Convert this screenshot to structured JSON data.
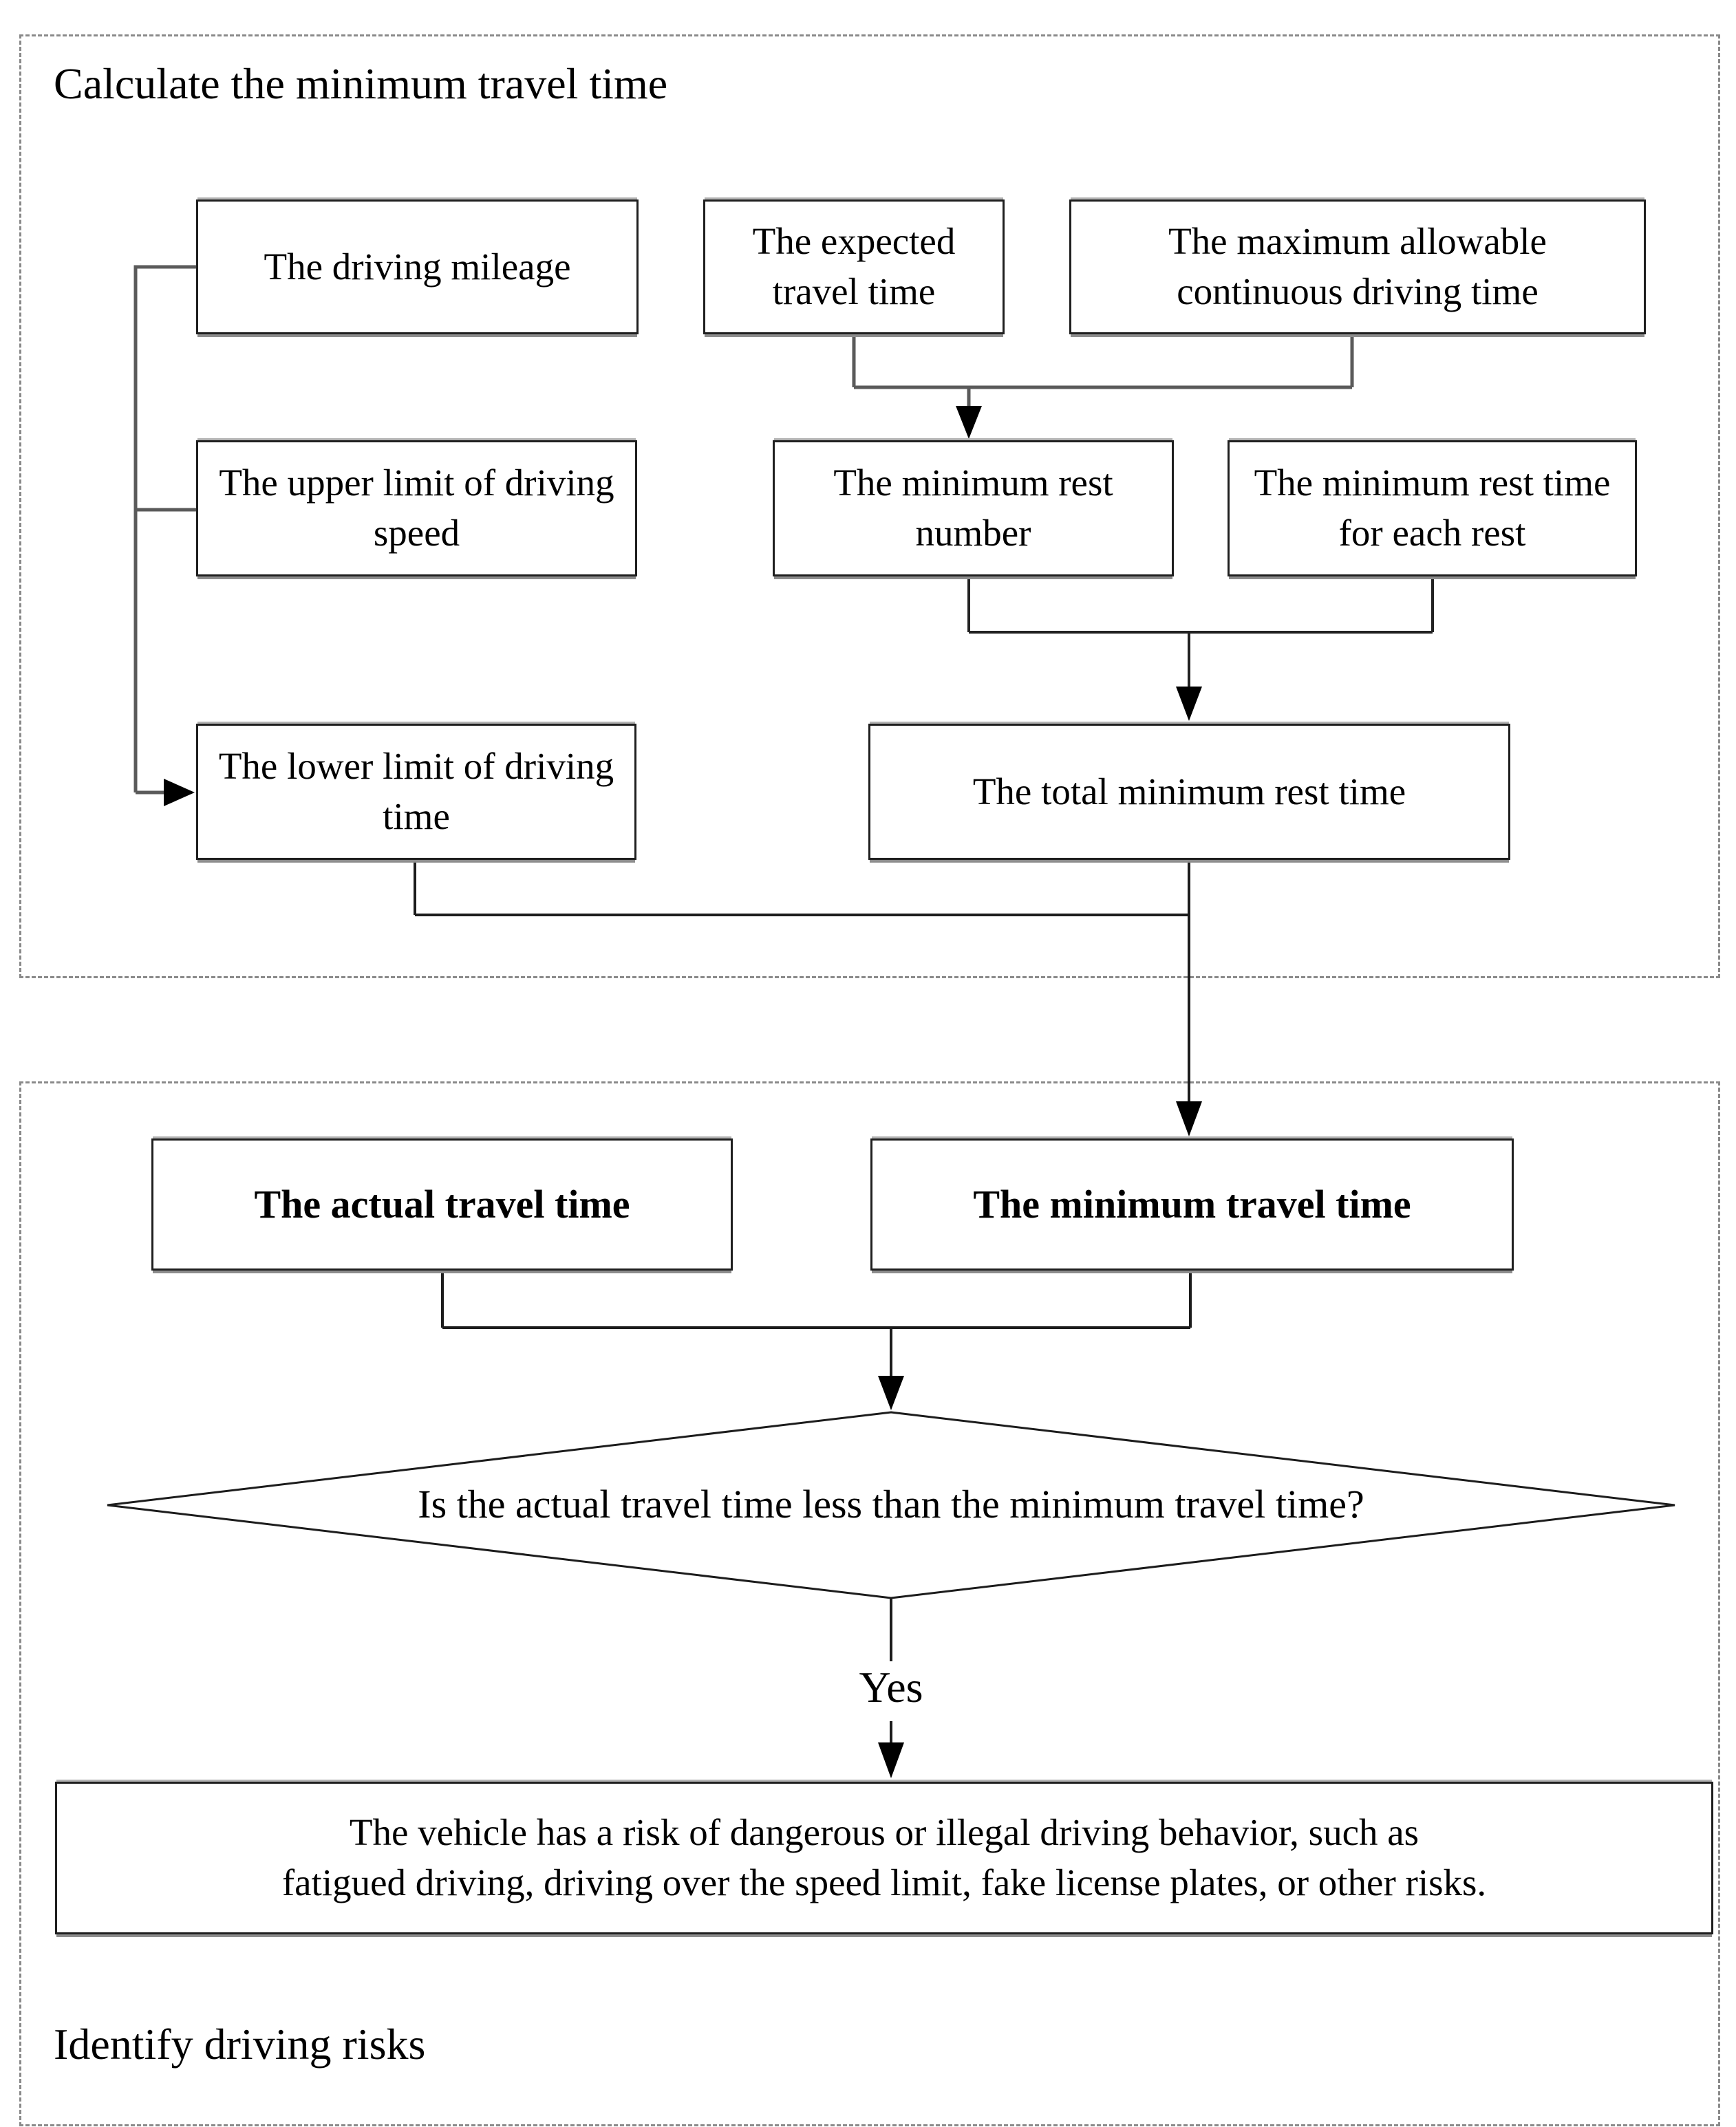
{
  "sections": {
    "calculate": {
      "title": "Calculate the minimum travel time"
    },
    "identify": {
      "title": "Identify driving risks"
    }
  },
  "nodes": {
    "driving_mileage": "The driving mileage",
    "expected_travel_time": "The expected travel time",
    "max_continuous_driving_time": "The maximum allowable continuous driving time",
    "upper_limit_driving_speed": "The upper limit of driving speed",
    "min_rest_number": "The minimum rest number",
    "min_rest_time_each_rest": "The minimum rest time for each rest",
    "lower_limit_driving_time": "The lower limit of driving time",
    "total_min_rest_time": "The total minimum rest time",
    "actual_travel_time": "The actual travel time",
    "min_travel_time": "The minimum travel time",
    "decision_question": "Is the actual travel time  less than the minimum travel time?",
    "yes_label": "Yes",
    "risk_lines": [
      "The vehicle has a risk of  dangerous or illegal driving behavior, such as",
      "fatigued driving, driving over the speed limit, fake license plates, or other risks."
    ]
  },
  "colors": {
    "connector_gray": "#5a5a5a",
    "connector_dark": "#1c1c1c",
    "dashed_border": "#8a8a8a",
    "box_border": "#1f1f1f",
    "box_shadow": "#8d8d8d",
    "background": "#ffffff",
    "text": "#000000"
  }
}
